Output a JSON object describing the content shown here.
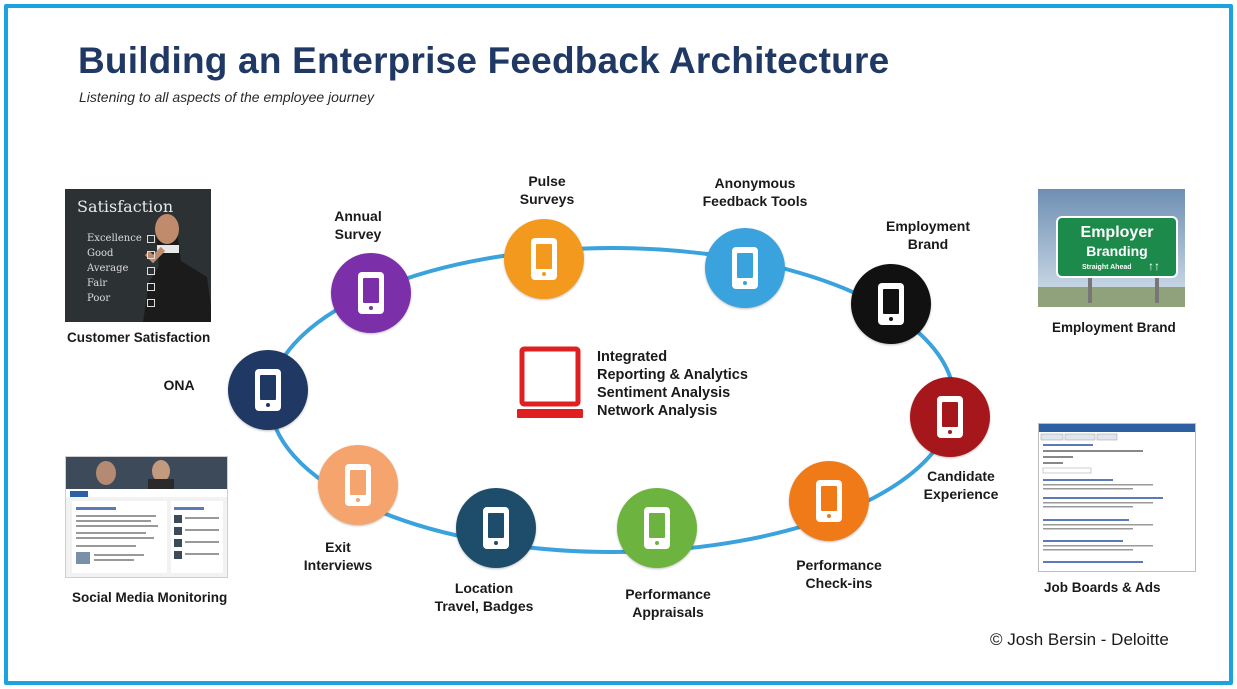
{
  "header": {
    "title": "Building an Enterprise Feedback Architecture",
    "subtitle": "Listening to all aspects of the employee journey"
  },
  "center": {
    "lines": [
      "Integrated",
      "Reporting & Analytics",
      "Sentiment Analysis",
      "Network Analysis"
    ],
    "icon": "laptop-icon"
  },
  "nodes": [
    {
      "id": "annual-survey",
      "label_lines": [
        "Annual",
        "Survey"
      ],
      "color": "#7b2fa8",
      "icon": "phone-icon"
    },
    {
      "id": "pulse-surveys",
      "label_lines": [
        "Pulse",
        "Surveys"
      ],
      "color": "#f39a1e",
      "icon": "phone-icon"
    },
    {
      "id": "anonymous-feedback-tools",
      "label_lines": [
        "Anonymous",
        "Feedback Tools"
      ],
      "color": "#3aa2dc",
      "icon": "phone-icon"
    },
    {
      "id": "employment-brand",
      "label_lines": [
        "Employment",
        "Brand"
      ],
      "color": "#111111",
      "icon": "phone-icon"
    },
    {
      "id": "candidate-experience",
      "label_lines": [
        "Candidate",
        "Experience"
      ],
      "color": "#a6171c",
      "icon": "phone-icon"
    },
    {
      "id": "performance-check-ins",
      "label_lines": [
        "Performance",
        "Check-ins"
      ],
      "color": "#f07a18",
      "icon": "phone-icon"
    },
    {
      "id": "performance-appraisals",
      "label_lines": [
        "Performance",
        "Appraisals"
      ],
      "color": "#6cb33f",
      "icon": "phone-icon"
    },
    {
      "id": "location-travel-badges",
      "label_lines": [
        "Location",
        "Travel, Badges"
      ],
      "color": "#1e4d6b",
      "icon": "phone-icon"
    },
    {
      "id": "exit-interviews",
      "label_lines": [
        "Exit",
        "Interviews"
      ],
      "color": "#f4a46c",
      "icon": "phone-icon"
    },
    {
      "id": "ona",
      "label_lines": [
        "ONA"
      ],
      "color": "#1f3864",
      "icon": "phone-icon"
    }
  ],
  "side_images": {
    "customer_satisfaction": {
      "caption": "Customer Satisfaction",
      "board_title": "Satisfaction",
      "board_items": [
        "Excellence",
        "Good",
        "Average",
        "Fair",
        "Poor"
      ]
    },
    "employment_brand": {
      "caption": "Employment Brand",
      "sign_line1": "Employer",
      "sign_line2": "Branding",
      "sign_line3": "Straight Ahead"
    },
    "social_media": {
      "caption": "Social Media Monitoring"
    },
    "job_boards": {
      "caption": "Job Boards & Ads"
    }
  },
  "footer": {
    "copyright": "© Josh Bersin - Deloitte"
  },
  "colors": {
    "frame": "#1aa3df",
    "title": "#1f3864",
    "ring": "#3aa2dc",
    "laptop": "#e02020"
  }
}
